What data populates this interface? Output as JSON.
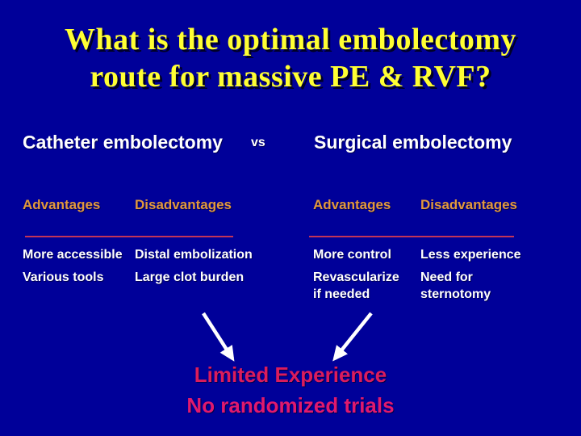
{
  "slide": {
    "title_line1": "What is the optimal embolectomy",
    "title_line2": "route for massive PE & RVF?",
    "comparison": {
      "vs_label": "vs",
      "left": {
        "header": "Catheter embolectomy",
        "advantages_label": "Advantages",
        "disadvantages_label": "Disadvantages",
        "rows": [
          {
            "advantage": "More accessible",
            "disadvantage": "Distal embolization"
          },
          {
            "advantage": "Various tools",
            "disadvantage": "Large clot burden"
          }
        ]
      },
      "right": {
        "header": "Surgical embolectomy",
        "advantages_label": "Advantages",
        "disadvantages_label": "Disadvantages",
        "rows": [
          {
            "advantage": "More control",
            "disadvantage": "Less experience"
          },
          {
            "advantage": "Revascularize if needed",
            "disadvantage": "Need for sternotomy"
          }
        ]
      }
    },
    "conclusion": {
      "line1": "Limited Experience",
      "line2": "No randomized trials"
    },
    "colors": {
      "background": "#000099",
      "title_yellow": "#FFFF33",
      "body_white": "#FFFFFF",
      "label_orange": "#E2983E",
      "divider_red": "#C23458",
      "limited_experience_pink": "#DB1C5C",
      "no_randomized_trials_pink": "#E0196E",
      "arrow_white": "#FFFFFF"
    }
  }
}
